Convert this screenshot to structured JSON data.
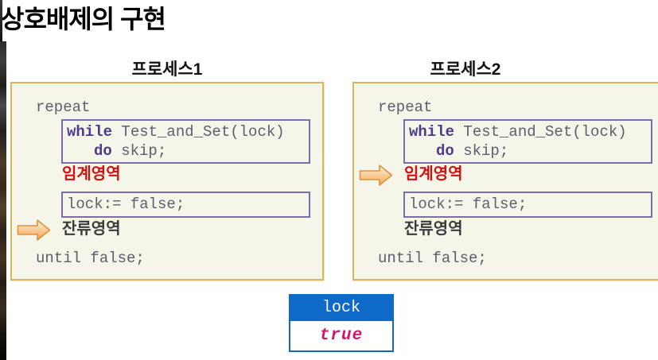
{
  "slide": {
    "title": "상호배제의 구현"
  },
  "processes": [
    {
      "label": "프로세스1",
      "repeat": "repeat",
      "while_kw": "while",
      "while_arg": " Test_and_Set(lock)",
      "do_kw": "do",
      "do_arg": " skip;",
      "critical_label": "임계영역",
      "release_code": "lock:= false;",
      "remainder_label": "잔류영역",
      "until": "until false;",
      "arrow_points_to": "잔류영역"
    },
    {
      "label": "프로세스2",
      "repeat": "repeat",
      "while_kw": "while",
      "while_arg": " Test_and_Set(lock)",
      "do_kw": "do",
      "do_arg": " skip;",
      "critical_label": "임계영역",
      "release_code": "lock:= false;",
      "remainder_label": "잔류영역",
      "until": "until false;",
      "arrow_points_to": "임계영역"
    }
  ],
  "lock_table": {
    "header": "lock",
    "value": "true"
  },
  "icons": {
    "pointer_arrow": "block-arrow-right"
  },
  "colors": {
    "title_black": "#000000",
    "gold_border": "#d9b65c",
    "box_bg": "#f5f5e9",
    "purple_border": "#7e6bae",
    "keyword_purple": "#4e3a8c",
    "code_gray": "#615c6e",
    "critical_red": "#cf1111",
    "remainder_dark": "#3b3b3b",
    "arrow_fill": "#f5a54f",
    "arrow_fill_light": "#fdf3e0",
    "arrow_border": "#e0923d",
    "table_blue": "#0f69c6",
    "true_magenta": "#d4156f"
  }
}
